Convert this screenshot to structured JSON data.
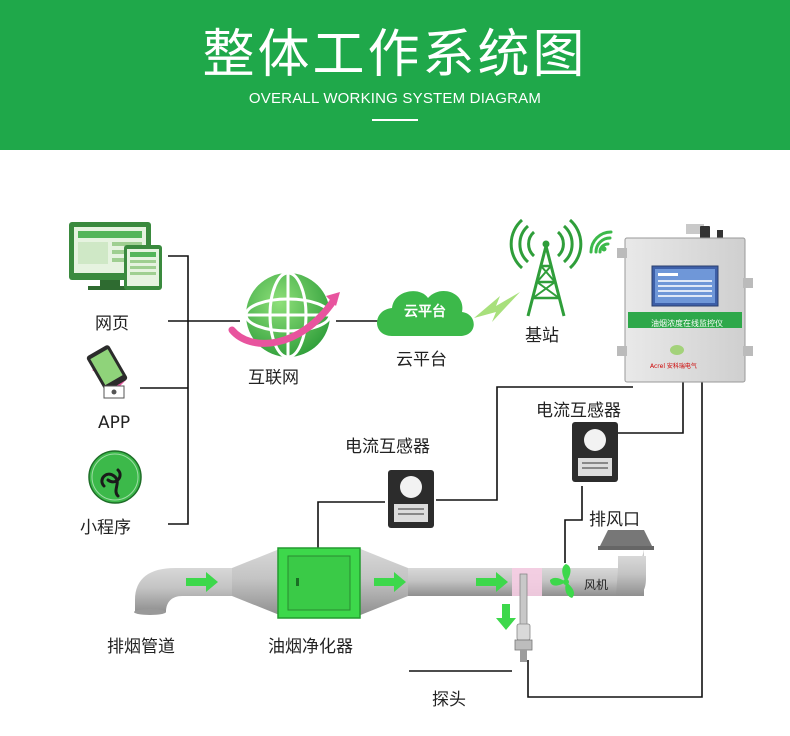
{
  "header": {
    "title": "整体工作系统图",
    "subtitle": "OVERALL WORKING SYSTEM DIAGRAM"
  },
  "clients": {
    "web": "网页",
    "app": "APP",
    "mini_program": "小程序"
  },
  "network": {
    "internet": "互联网",
    "cloud_platform": "云平台",
    "cloud_icon_text": "云平台",
    "base_station": "基站"
  },
  "monitor": {
    "panel_label": "油烟浓度在线监控仪",
    "brand": "Acrel 安科瑞电气"
  },
  "sensors": {
    "ct_left": "电流互感器",
    "ct_right": "电流互感器"
  },
  "duct": {
    "exhaust_duct": "排烟管道",
    "purifier": "油烟净化器",
    "exhaust_outlet": "排风口",
    "fan": "风机",
    "probe": "探头"
  },
  "colors": {
    "brand_green": "#1fa84a",
    "icon_green": "#3cb94a",
    "arrow_green": "#3dd84b",
    "duct_gray": "#a8a8a8",
    "accent_pink": "#e8549e"
  }
}
